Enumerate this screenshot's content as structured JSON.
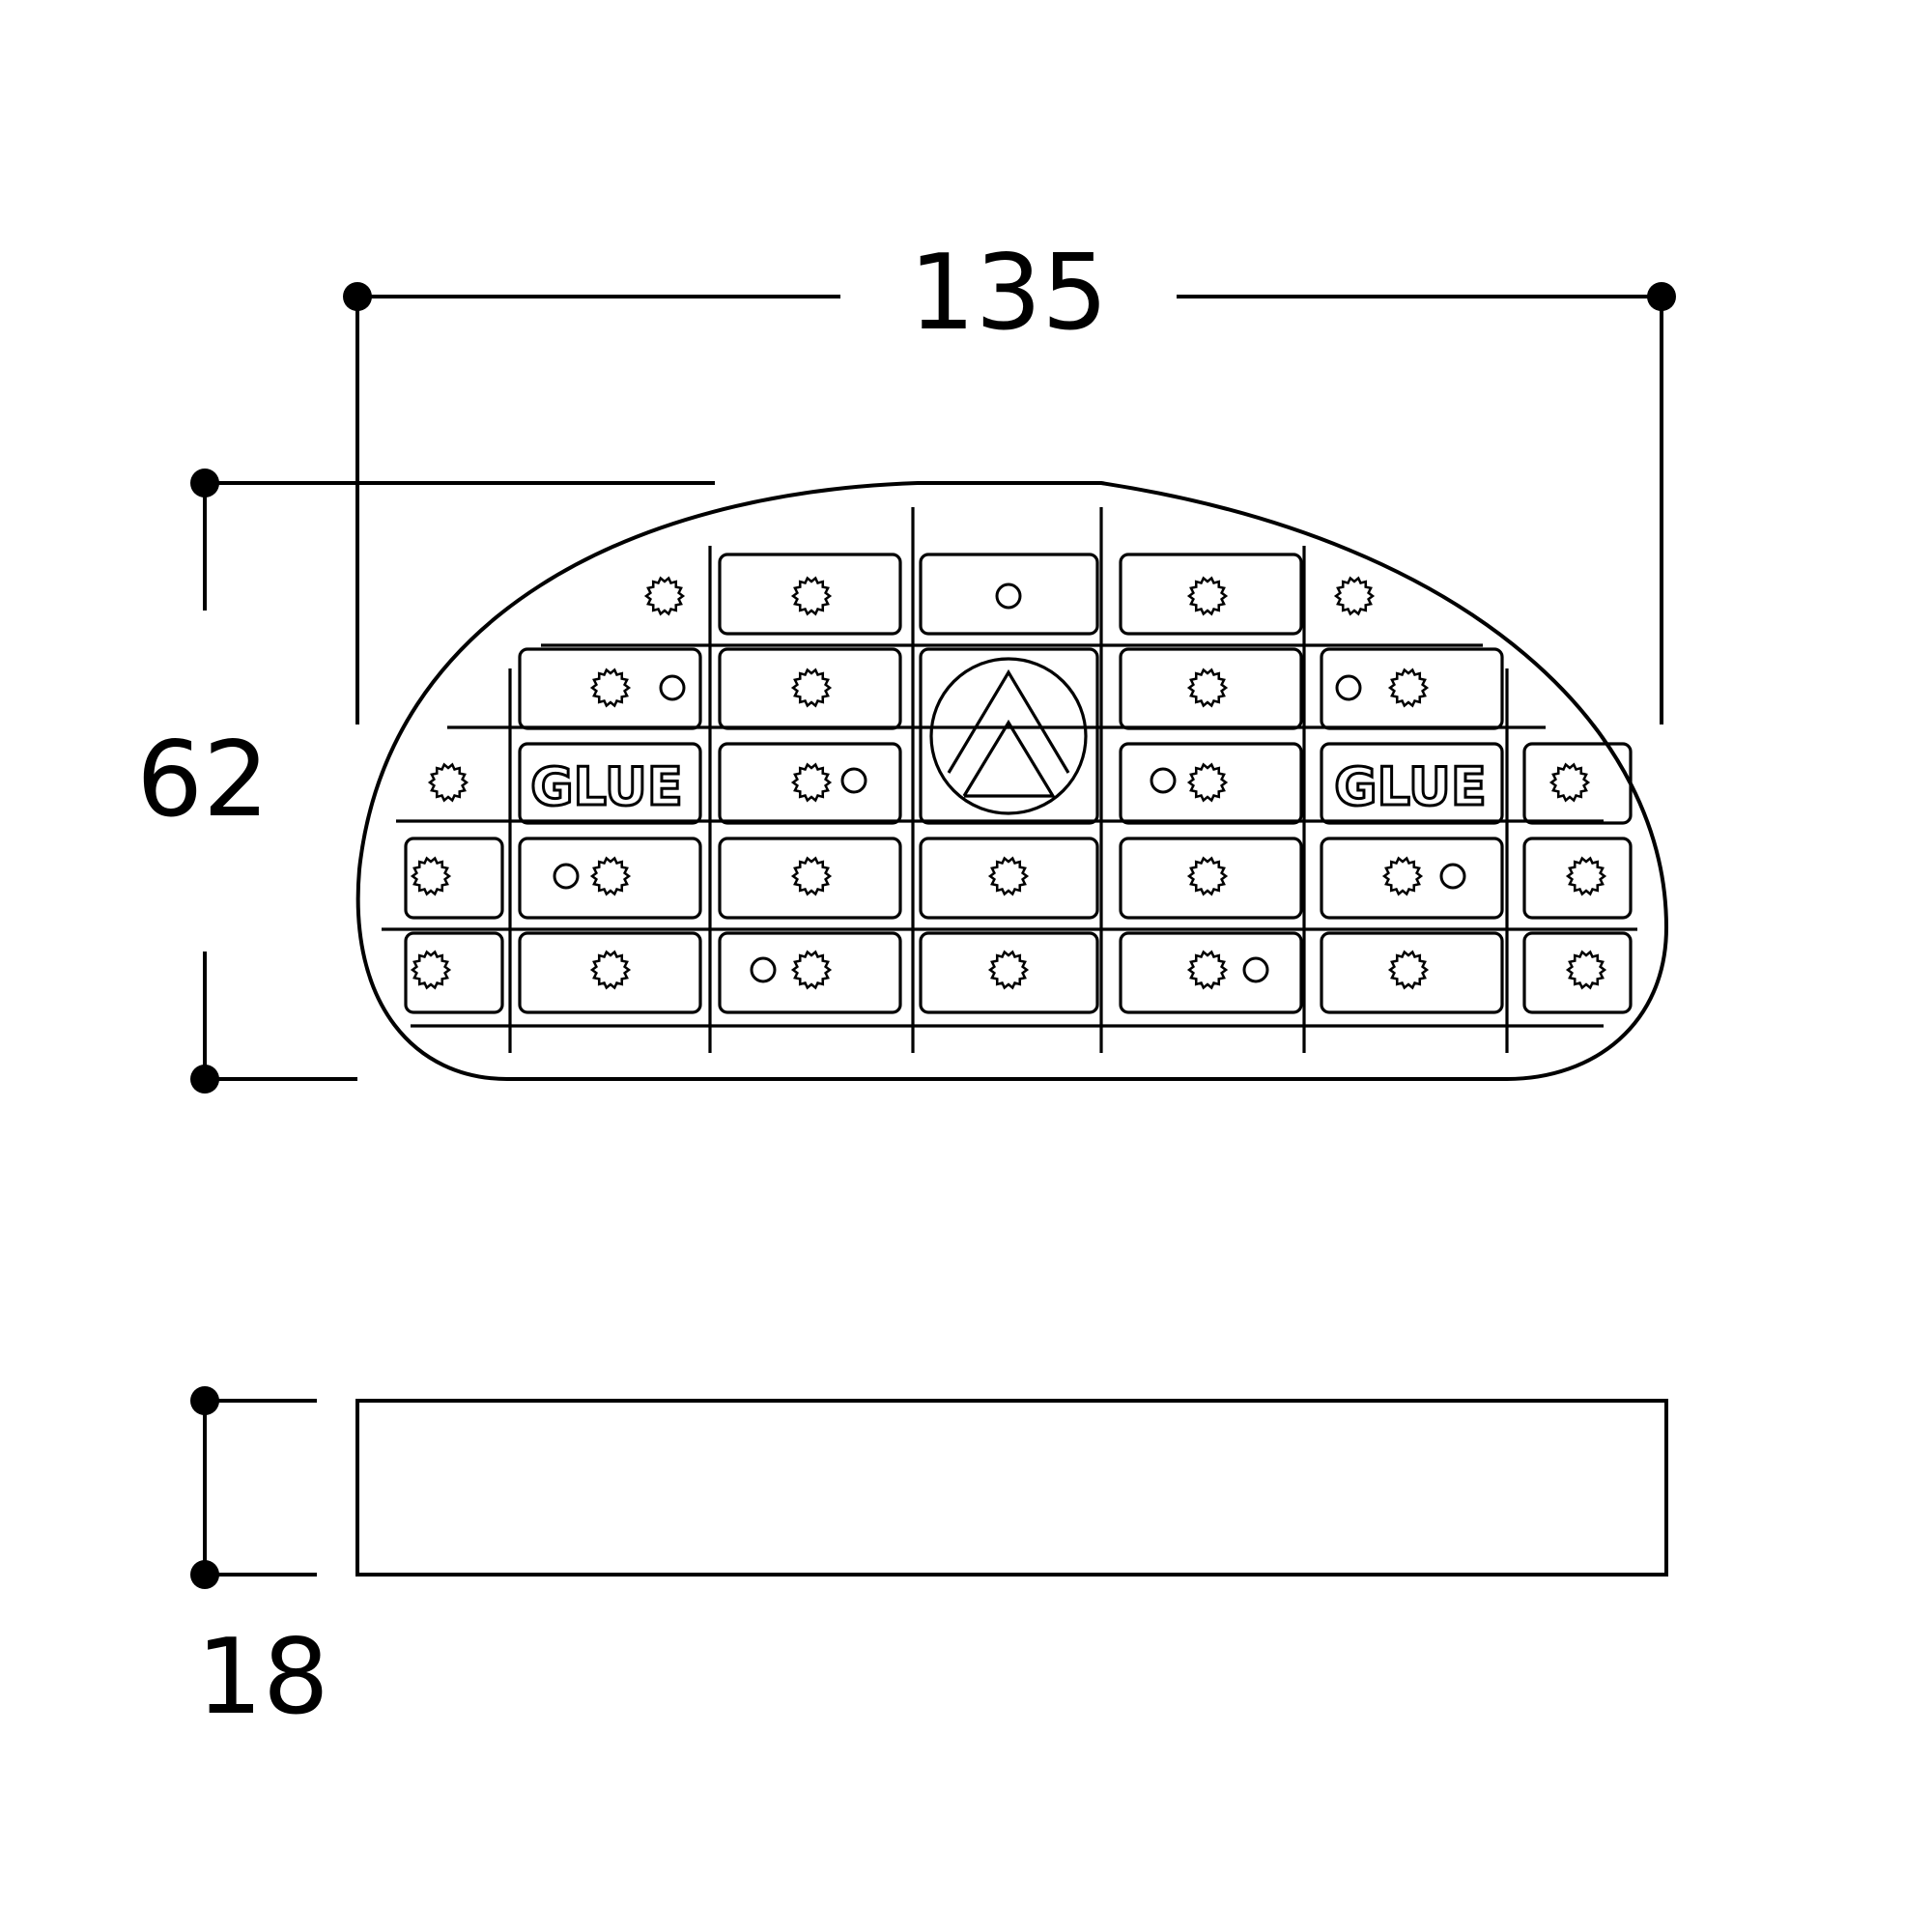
{
  "dimensions": {
    "width": "135",
    "depth": "62",
    "height": "18"
  },
  "labels": {
    "glue_left": "GLUE",
    "glue_right": "GLUE"
  },
  "icons": {
    "logo": "triangle-arrow-logo-icon"
  },
  "colors": {
    "line": "#000000",
    "background": "#ffffff"
  }
}
